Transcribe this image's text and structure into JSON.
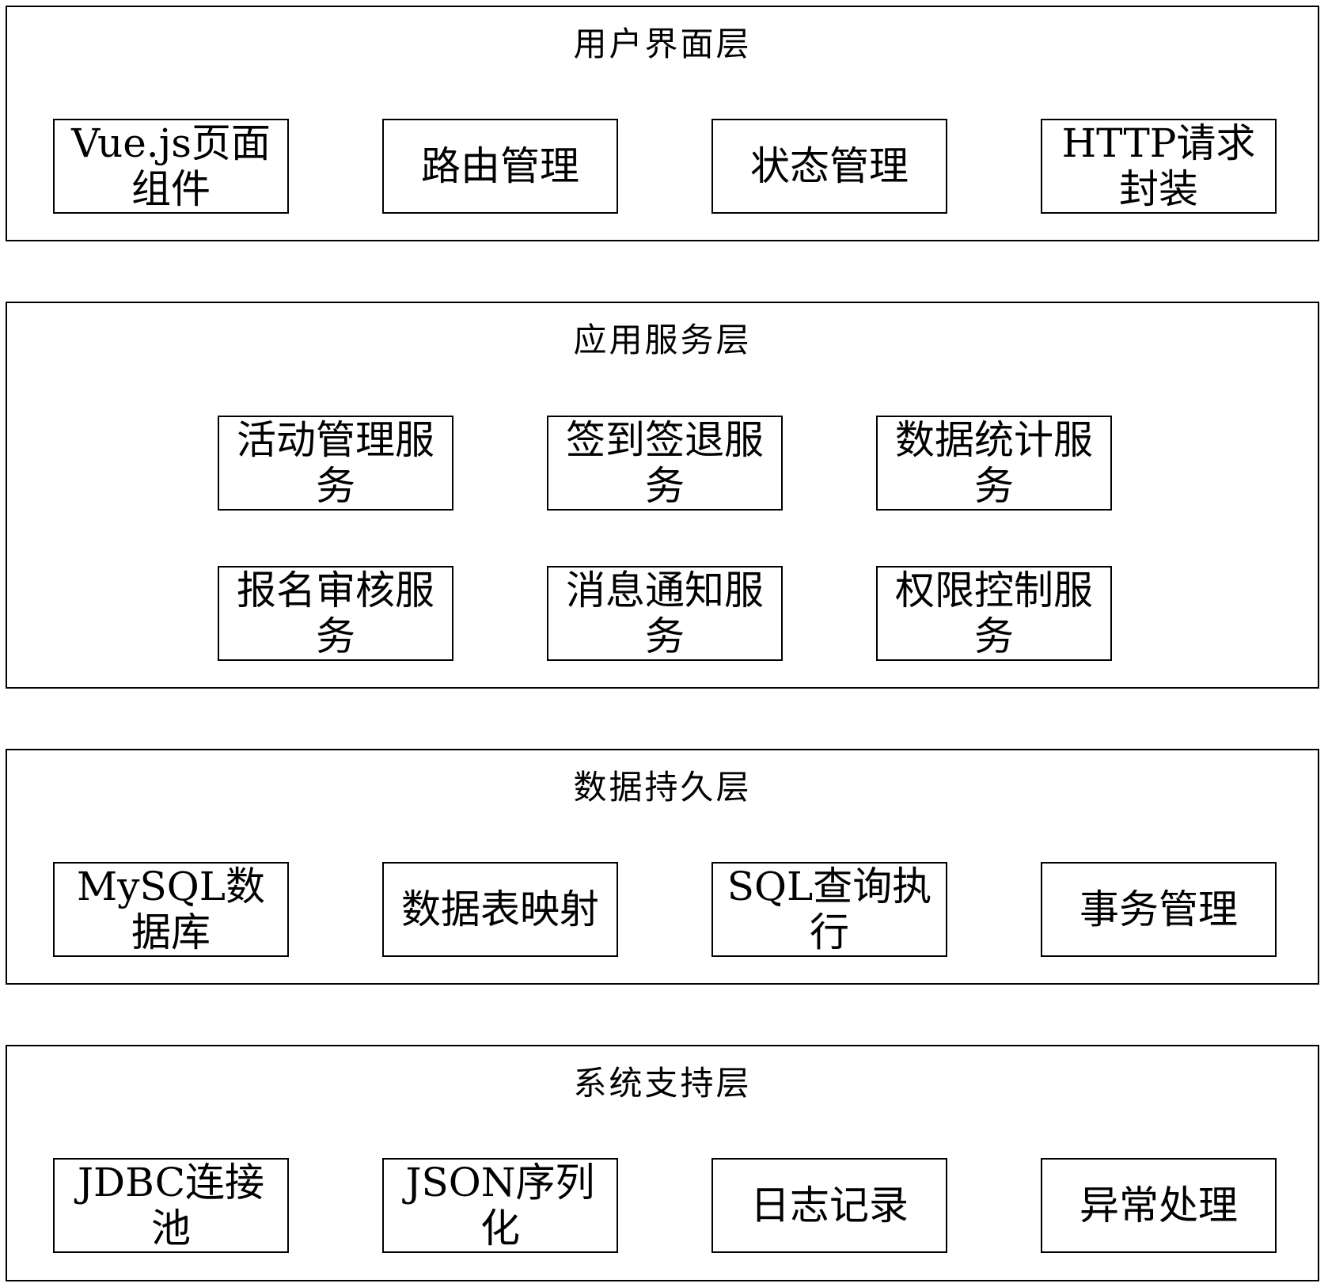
{
  "layers": [
    {
      "title": "用户界面层",
      "boxes": [
        "Vue.js页面组件",
        "路由管理",
        "状态管理",
        "HTTP请求封装"
      ]
    },
    {
      "title": "应用服务层",
      "boxes": [
        "活动管理服务",
        "签到签退服务",
        "数据统计服务",
        "报名审核服务",
        "消息通知服务",
        "权限控制服务"
      ]
    },
    {
      "title": "数据持久层",
      "boxes": [
        "MySQL数据库",
        "数据表映射",
        "SQL查询执行",
        "事务管理"
      ]
    },
    {
      "title": "系统支持层",
      "boxes": [
        "JDBC连接池",
        "JSON序列化",
        "日志记录",
        "异常处理"
      ]
    }
  ]
}
